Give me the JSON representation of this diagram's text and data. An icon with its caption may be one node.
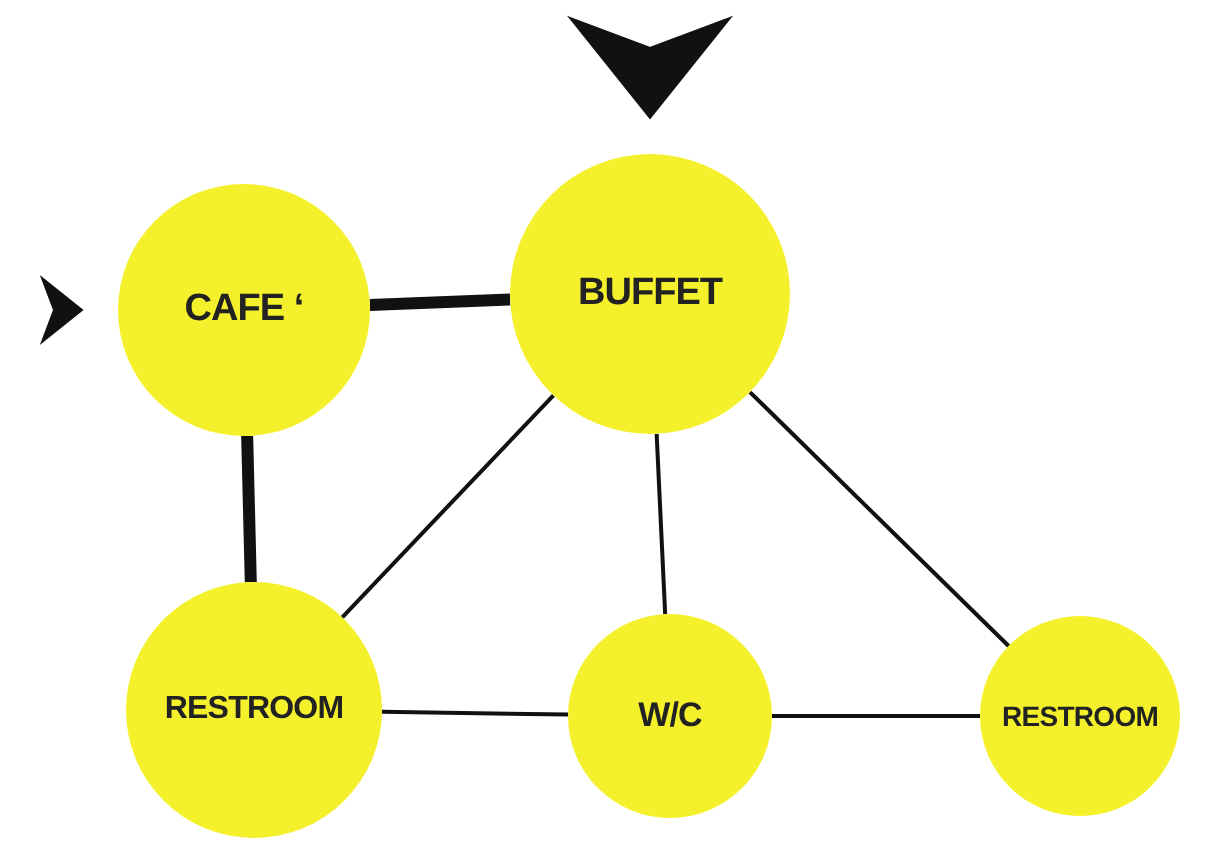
{
  "diagram": {
    "nodes": [
      {
        "text": [
          "CAFE ‘"
        ]
      },
      {
        "text": [
          "BUFFET"
        ]
      },
      {
        "text": [
          "RESTROOM"
        ]
      },
      {
        "text": [
          "W/C"
        ]
      },
      {
        "text": [
          "RESTROOM"
        ]
      }
    ],
    "edges": [
      {
        "from": null,
        "to": 1,
        "arrow": "to"
      },
      {
        "from": null,
        "to": 0,
        "arrow": "to"
      },
      {
        "from": 0,
        "to": 1,
        "arrow": "none",
        "style": "thick"
      },
      {
        "from": 0,
        "to": 2,
        "arrow": "none",
        "style": "thick"
      },
      {
        "from": 1,
        "to": 2,
        "arrow": "none"
      },
      {
        "from": 1,
        "to": 3,
        "arrow": "none"
      },
      {
        "from": 1,
        "to": 4,
        "arrow": "none"
      },
      {
        "from": 2,
        "to": 3,
        "arrow": "none"
      },
      {
        "from": 3,
        "to": 4,
        "arrow": "none"
      }
    ]
  }
}
